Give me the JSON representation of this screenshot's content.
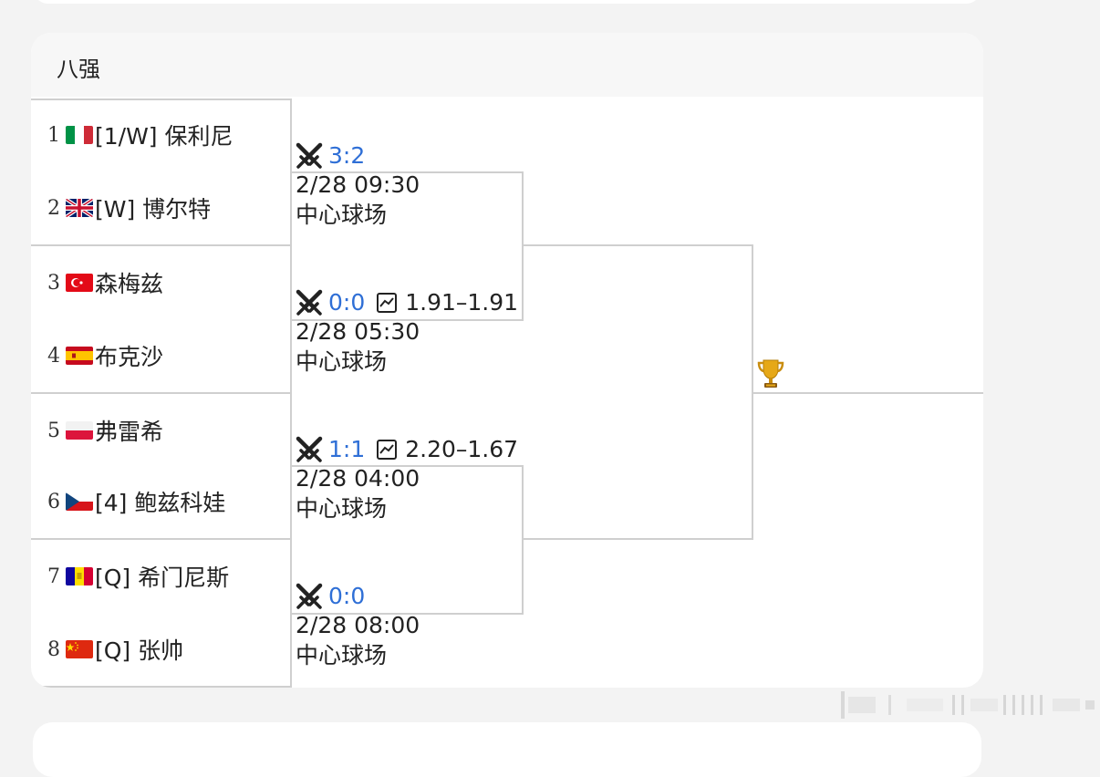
{
  "section": {
    "title": "八强"
  },
  "players": [
    {
      "seed": "1",
      "flag": "italy-flag-icon",
      "name": "[1/W] 保利尼"
    },
    {
      "seed": "2",
      "flag": "uk-flag-icon",
      "name": "[W] 博尔特"
    },
    {
      "seed": "3",
      "flag": "turkey-flag-icon",
      "name": "森梅兹"
    },
    {
      "seed": "4",
      "flag": "spain-flag-icon",
      "name": "布克沙"
    },
    {
      "seed": "5",
      "flag": "poland-flag-icon",
      "name": "弗雷希"
    },
    {
      "seed": "6",
      "flag": "czech-flag-icon",
      "name": "[4] 鲍兹科娃"
    },
    {
      "seed": "7",
      "flag": "andorra-flag-icon",
      "name": "[Q] 希门尼斯"
    },
    {
      "seed": "8",
      "flag": "china-flag-icon",
      "name": "[Q] 张帅"
    }
  ],
  "matches": [
    {
      "score": "3:2",
      "odds": "",
      "time": "2/28 09:30",
      "court": "中心球场"
    },
    {
      "score": "0:0",
      "odds": "1.91–1.91",
      "time": "2/28 05:30",
      "court": "中心球场"
    },
    {
      "score": "1:1",
      "odds": "2.20–1.67",
      "time": "2/28 04:00",
      "court": "中心球场"
    },
    {
      "score": "0:0",
      "odds": "",
      "time": "2/28 08:00",
      "court": "中心球场"
    }
  ],
  "colors": {
    "score": "#2f6fd6",
    "line": "#cfcfcf",
    "header_bg": "#f7f7f7"
  },
  "icons": {
    "head_to_head": "crossed-swords-icon",
    "odds": "line-chart-icon",
    "champion": "trophy-icon"
  }
}
